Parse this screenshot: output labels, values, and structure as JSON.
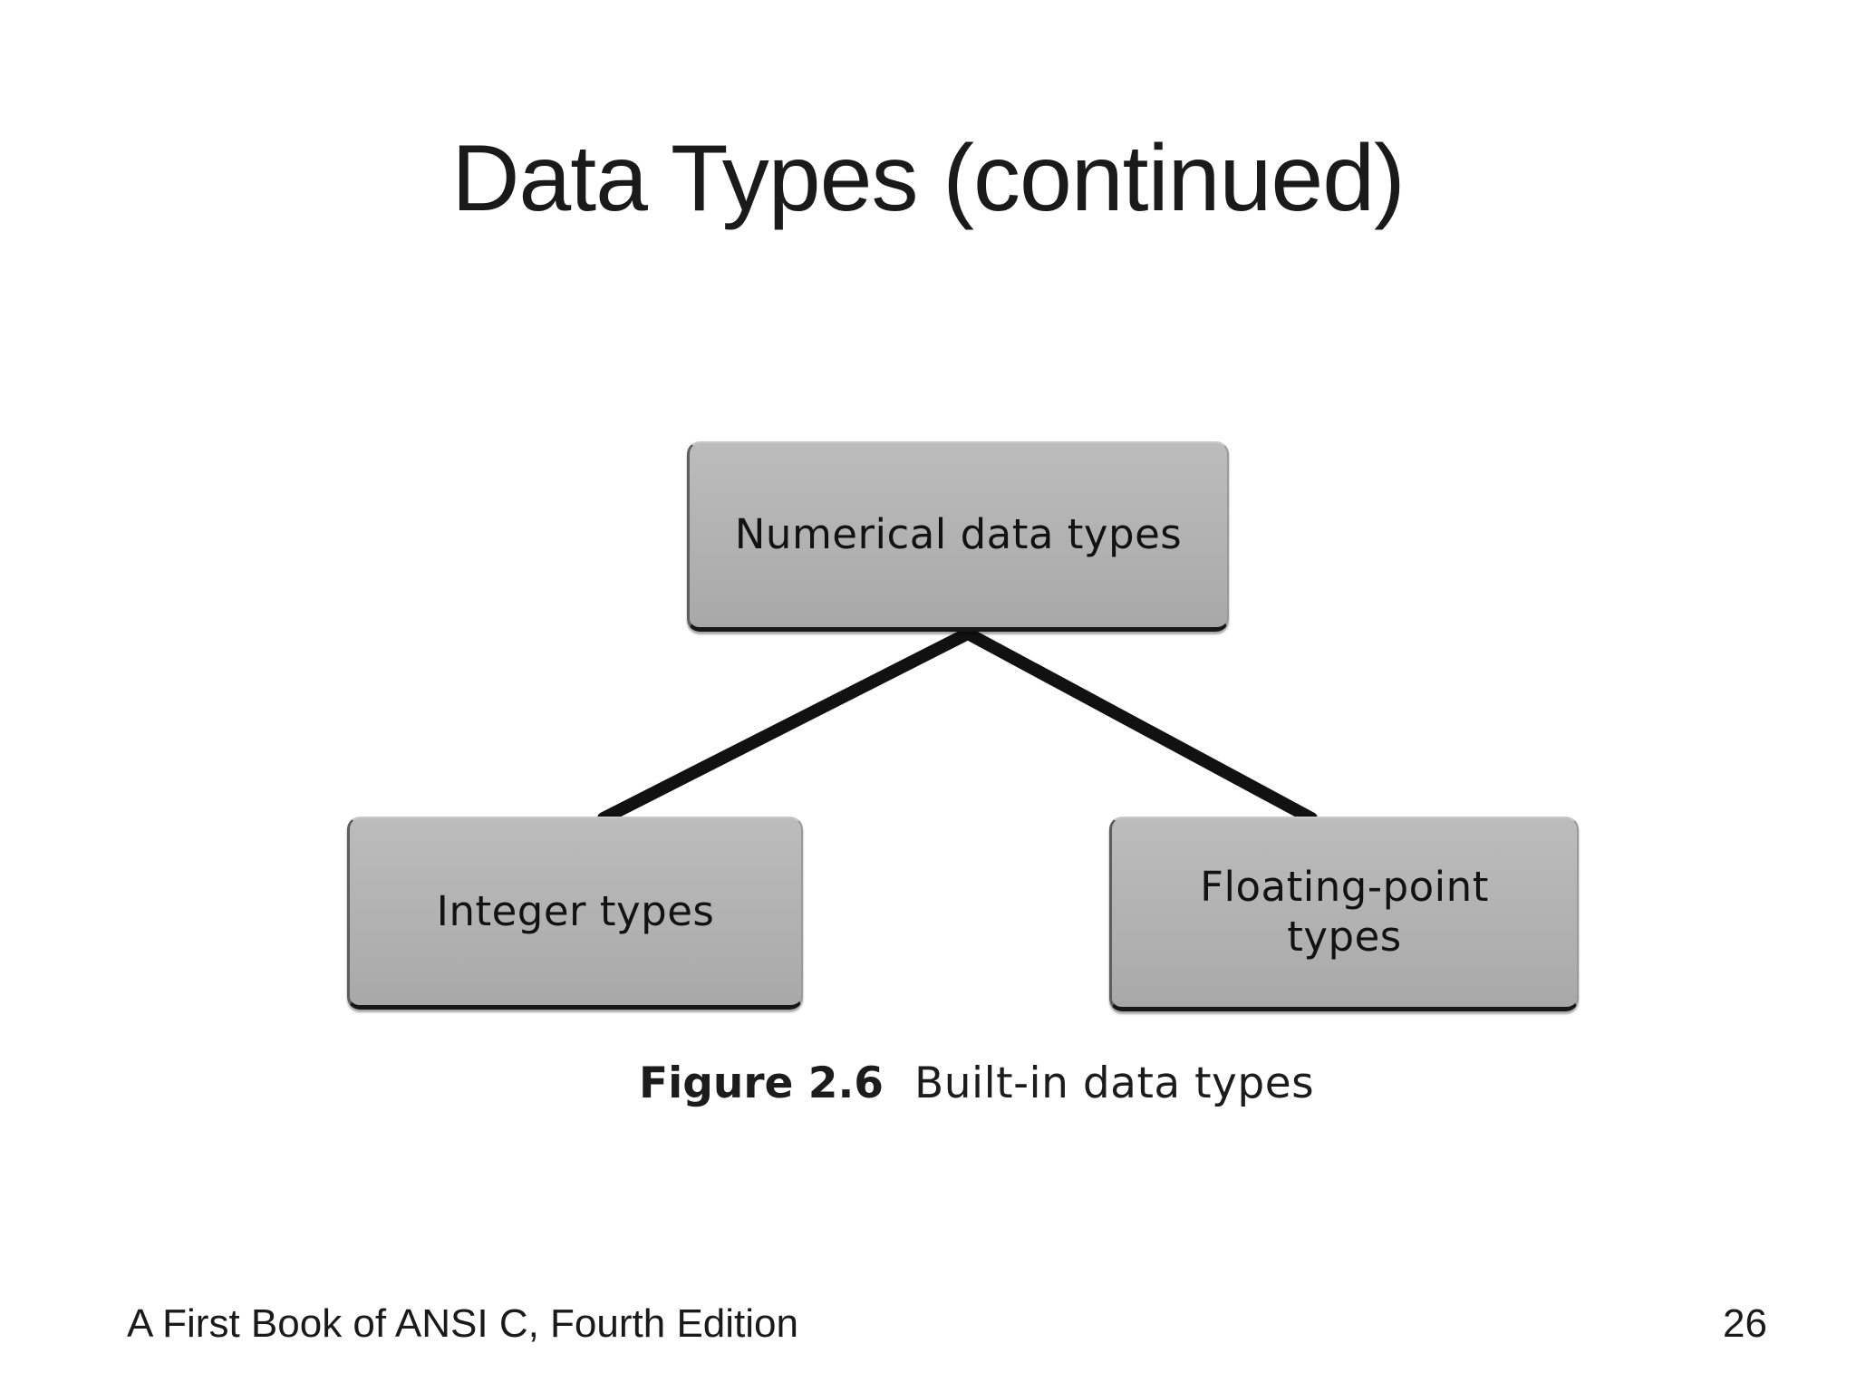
{
  "slide": {
    "title": "Data Types (continued)",
    "background_color": "#ffffff",
    "text_color": "#1a1a1a"
  },
  "diagram": {
    "caption": {
      "figure_number": "Figure 2.6",
      "description": "Built-in data types"
    },
    "node_fill_color": "#b4b4b4",
    "node_border_color": "#171717",
    "connector_color": "#111111",
    "nodes": [
      {
        "id": "root",
        "label": "Numerical data types"
      },
      {
        "id": "integer",
        "label": "Integer types"
      },
      {
        "id": "floating",
        "label": "Floating-point\ntypes"
      }
    ],
    "edges": [
      {
        "from": "root",
        "to": "integer"
      },
      {
        "from": "root",
        "to": "floating"
      }
    ]
  },
  "footer": {
    "book_title": "A First Book of ANSI C, Fourth Edition",
    "page_number": "26"
  }
}
